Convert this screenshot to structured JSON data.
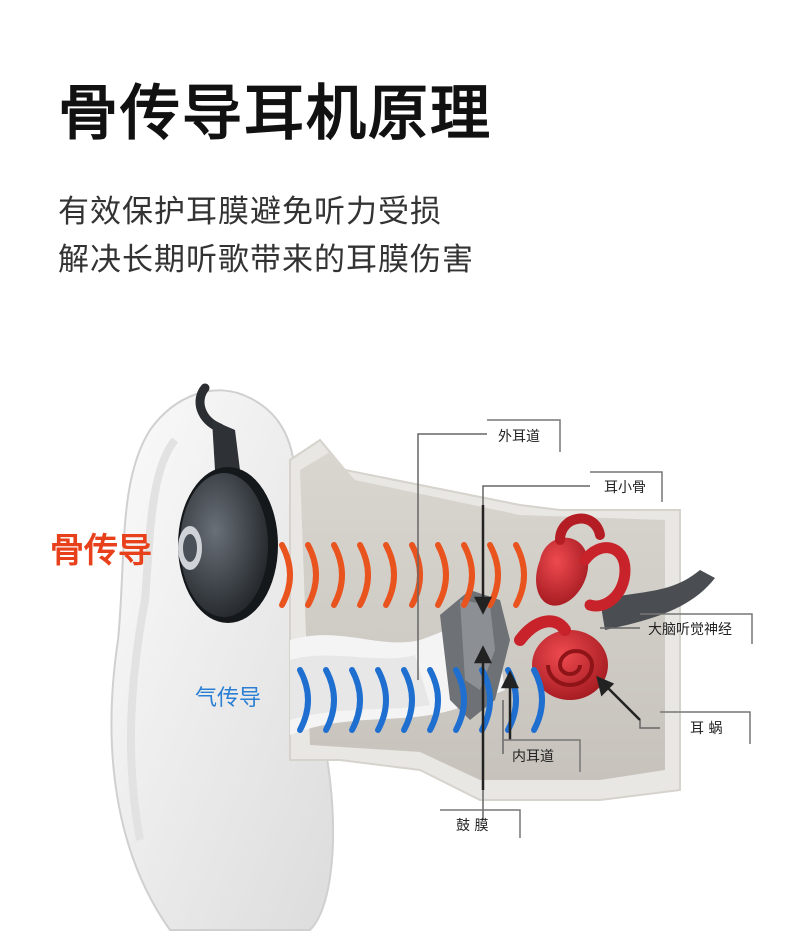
{
  "title": "骨传导耳机原理",
  "subtitles": [
    "有效保护耳膜避免听力受损",
    "解决长期听歌带来的耳膜伤害"
  ],
  "diagram": {
    "bone_conduction_label": "骨传导",
    "air_conduction_label": "气传导",
    "callouts": {
      "outer_ear_canal": "外耳道",
      "ossicles": "耳小骨",
      "auditory_nerve": "大脑听觉神经",
      "cochlea": "耳 蜗",
      "inner_ear_canal": "内耳道",
      "eardrum": "鼓 膜"
    },
    "colors": {
      "bone_wave": "#e8531e",
      "air_wave": "#1f6fd0",
      "bone_label": "#e8401a",
      "air_label": "#2a7fd4",
      "cochlea": "#c8232a"
    }
  }
}
